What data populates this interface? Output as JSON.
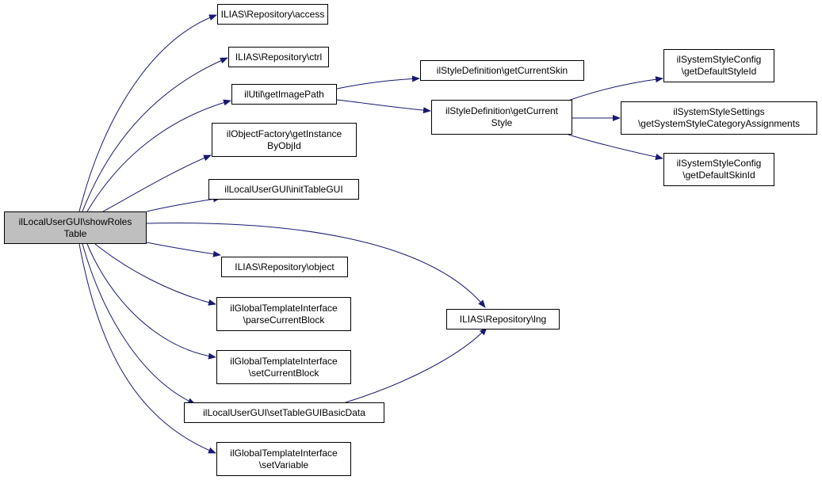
{
  "colors": {
    "edge": "#191970",
    "root_fill": "#bfbfbf",
    "node_fill": "#ffffff",
    "border": "#000000"
  },
  "nodes": {
    "root": "ilLocalUserGUI\\showRoles\nTable",
    "access": "ILIAS\\Repository\\access",
    "ctrl": "ILIAS\\Repository\\ctrl",
    "getImagePath": "ilUtil\\getImagePath",
    "getInstanceByObjId": "ilObjectFactory\\getInstance\nByObjId",
    "initTableGUI": "ilLocalUserGUI\\initTableGUI",
    "object": "ILIAS\\Repository\\object",
    "parseCurrentBlock": "ilGlobalTemplateInterface\n\\parseCurrentBlock",
    "setCurrentBlock": "ilGlobalTemplateInterface\n\\setCurrentBlock",
    "setTableGUIBasicData": "ilLocalUserGUI\\setTableGUIBasicData",
    "setVariable": "ilGlobalTemplateInterface\n\\setVariable",
    "lng": "ILIAS\\Repository\\lng",
    "getCurrentSkin": "ilStyleDefinition\\getCurrentSkin",
    "getCurrentStyle": "ilStyleDefinition\\getCurrent\nStyle",
    "getDefaultStyleId": "ilSystemStyleConfig\n\\getDefaultStyleId",
    "getSystemStyleCategoryAssignments": "ilSystemStyleSettings\n\\getSystemStyleCategoryAssignments",
    "getDefaultSkinId": "ilSystemStyleConfig\n\\getDefaultSkinId"
  }
}
